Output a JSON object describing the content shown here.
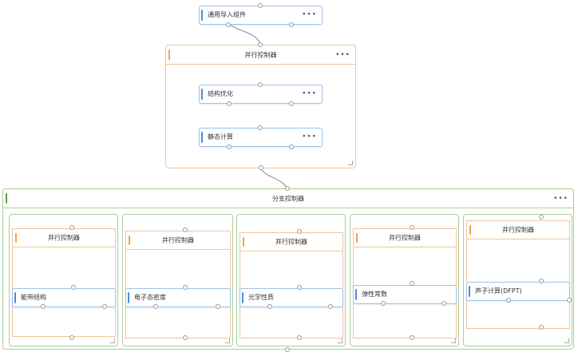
{
  "nodes": {
    "import_component": {
      "label": "通用导入组件",
      "more": "•••"
    },
    "structure_opt": {
      "label": "结构优化",
      "more": "•••"
    },
    "static_calc": {
      "label": "静态计算",
      "more": "•••"
    }
  },
  "containers": {
    "parallel_top": {
      "title": "并行控制器",
      "more": "•••"
    },
    "branch": {
      "title": "分支控制器",
      "more": "•••"
    }
  },
  "lanes": [
    {
      "header": "并行控制器",
      "task": "能带结构"
    },
    {
      "header": "并行控制器",
      "task": "电子态密度"
    },
    {
      "header": "并行控制器",
      "task": "光学性质"
    },
    {
      "header": "并行控制器",
      "task": "弹性常数"
    },
    {
      "header": "并行控制器",
      "task": "声子计算(DFPT)"
    }
  ],
  "colors": {
    "node_border": "#9cc3ea",
    "node_accent": "#4f8ad8",
    "parallel_border": "#f2c49a",
    "parallel_accent": "#f0a24a",
    "branch_border": "#a9cf9a",
    "branch_accent": "#53a04a"
  }
}
